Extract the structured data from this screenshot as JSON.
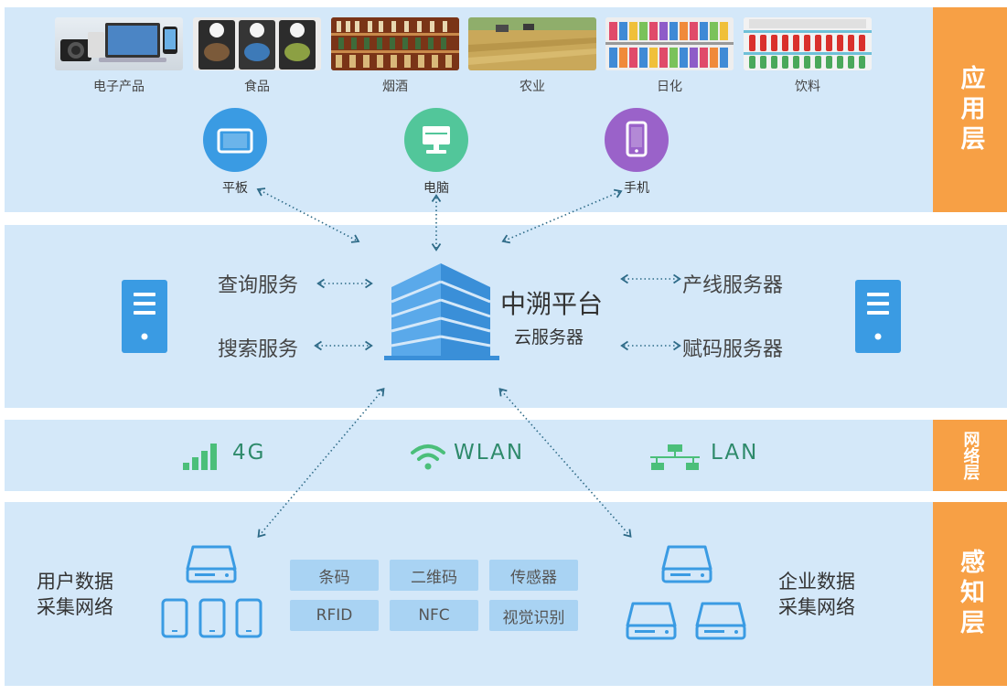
{
  "layers": {
    "application": "应用层",
    "network": "网络层",
    "perception": "感知层"
  },
  "industries": [
    {
      "label": "电子产品",
      "icon": "electronics-photo"
    },
    {
      "label": "食品",
      "icon": "snack-bags-photo"
    },
    {
      "label": "烟酒",
      "icon": "liquor-shelf-photo"
    },
    {
      "label": "农业",
      "icon": "farmland-photo"
    },
    {
      "label": "日化",
      "icon": "daily-chemicals-shelf-photo"
    },
    {
      "label": "饮料",
      "icon": "beverage-shelf-photo"
    }
  ],
  "devices": [
    {
      "label": "平板",
      "icon": "tablet-icon",
      "color": "#3a9be3"
    },
    {
      "label": "电脑",
      "icon": "computer-icon",
      "color": "#52c69a"
    },
    {
      "label": "手机",
      "icon": "phone-icon",
      "color": "#9a62c9"
    }
  ],
  "platform": {
    "name": "中溯平台",
    "subtitle": "云服务器",
    "left_services": [
      "查询服务",
      "搜索服务"
    ],
    "right_services": [
      "产线服务器",
      "赋码服务器"
    ]
  },
  "network": [
    {
      "label": "4G",
      "icon": "signal-bars-icon"
    },
    {
      "label": "WLAN",
      "icon": "wifi-icon"
    },
    {
      "label": "LAN",
      "icon": "lan-network-icon"
    }
  ],
  "perception": {
    "user_collection": [
      "用户数据",
      "采集网络"
    ],
    "enterprise_collection": [
      "企业数据",
      "采集网络"
    ],
    "technologies": [
      "条码",
      "二维码",
      "传感器",
      "RFID",
      "NFC",
      "视觉识别"
    ]
  },
  "colors": {
    "band": "#d4e8f9",
    "sidebar": "#f7a045",
    "server_blue": "#3a9be3",
    "network_green": "#2e8a6b",
    "chip": "#a9d3f3"
  }
}
